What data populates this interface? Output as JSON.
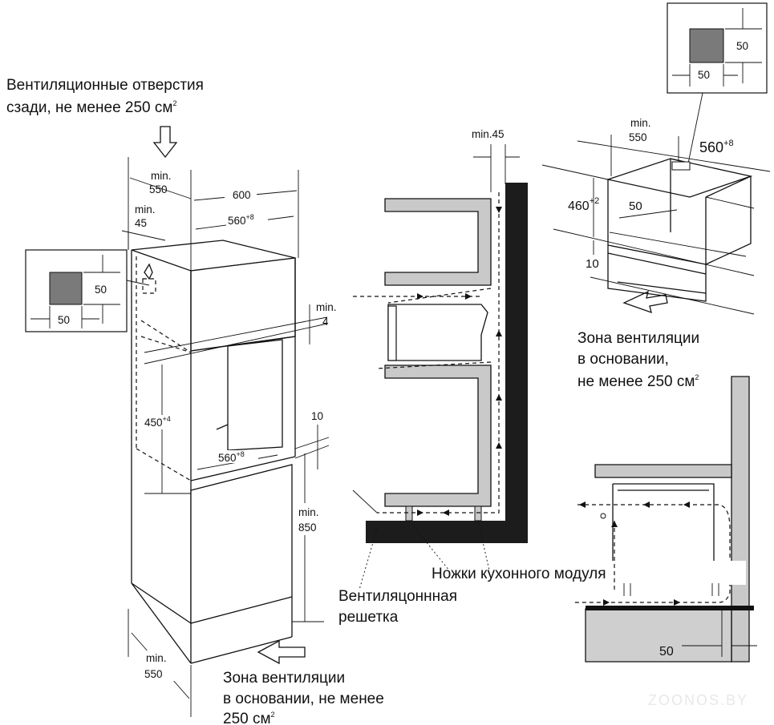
{
  "labels": {
    "top_left_caption_1": "Вентиляционные отверстия",
    "top_left_caption_2": "сзади, не менее 250 см",
    "top_left_caption_sup": "2",
    "bottom_left_caption_1": "Зона вентиляции",
    "bottom_left_caption_2": "в основании, не менее",
    "bottom_left_caption_3": "250 см",
    "bottom_left_caption_sup": "2",
    "right_caption_1": "Зона вентиляции",
    "right_caption_2": "в основании,",
    "right_caption_3": "не менее 250 см",
    "right_caption_sup": "2",
    "legs_label": "Ножки кухонного модуля",
    "grille_label_1": "Вентиляцоннная",
    "grille_label_2": "решетка"
  },
  "dimensions": {
    "left_min550_top_a": "min.",
    "left_min550_top_b": "550",
    "left_600": "600",
    "left_min45_a": "min.",
    "left_min45_b": "45",
    "left_560_top": "560",
    "left_560_top_sup": "+8",
    "left_min4_a": "min.",
    "left_min4_b": "4",
    "left_450": "450",
    "left_450_sup": "+4",
    "left_10": "10",
    "left_560_mid": "560",
    "left_560_mid_sup": "+8",
    "left_min850_a": "min.",
    "left_min850_b": "850",
    "left_min550_bot_a": "min.",
    "left_min550_bot_b": "550",
    "left_inset_50_v": "50",
    "left_inset_50_h": "50",
    "mid_min45": "min.45",
    "right_inset_50_v": "50",
    "right_inset_50_h": "50",
    "right_min550_a": "min.",
    "right_min550_b": "550",
    "right_560": "560",
    "right_560_sup": "+8",
    "right_460": "460",
    "right_460_sup": "+2",
    "right_50": "50",
    "right_10": "10",
    "bottom_right_50": "50"
  },
  "watermark": "ZOONOS.BY",
  "colors": {
    "line": "#111111",
    "panel": "#c9c9c9",
    "vent_square": "#7a7a7a",
    "wall": "#1c1c1c"
  }
}
